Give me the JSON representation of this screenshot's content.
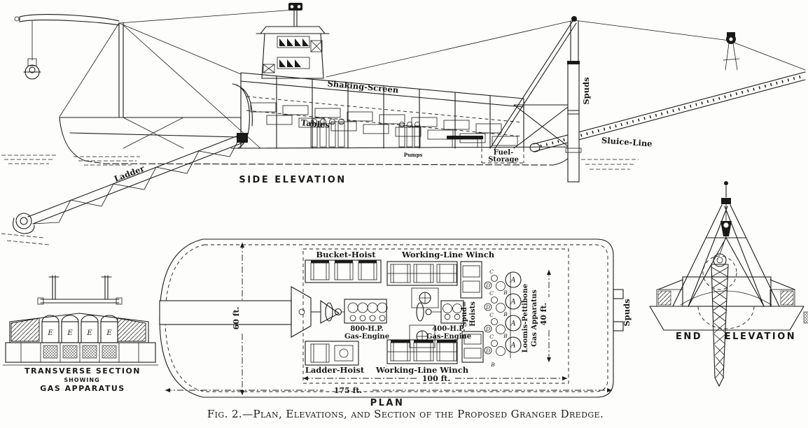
{
  "figure": {
    "caption": "Fig. 2.—Plan, Elevations, and Section of the Proposed Granger Dredge."
  },
  "side_elevation": {
    "title": "SIDE ELEVATION",
    "labels": {
      "shaking_screen": "Shaking-Screen",
      "tables": "Tables",
      "fuel_storage_1": "Fuel-",
      "fuel_storage_2": "Storage",
      "pumps": "Pumps",
      "ladder": "Ladder",
      "spuds": "Spuds",
      "sluice_line": "Sluice-Line"
    }
  },
  "plan": {
    "title": "PLAN",
    "labels": {
      "bucket_hoist": "Bucket-Hoist",
      "working_line_winch_top": "Working-Line Winch",
      "working_line_winch_bottom": "Working-Line Winch",
      "ladder_hoist": "Ladder-Hoist",
      "spud_hoists_1": "Spud=",
      "spud_hoists_2": "Hoists",
      "engine_800_1": "800-H.P.",
      "engine_800_2": "Gas-Engine",
      "engine_400_1": "400-H.P.",
      "engine_400_2": "Gas-Engine",
      "loomis_1": "Loomis-Pettibone",
      "loomis_2": "Gas Apparatus",
      "spuds": "Spuds"
    },
    "dimensions": {
      "beam": "60 ft.",
      "apparatus": "40 ft.",
      "machinery": "100 ft.",
      "length": "175 ft."
    },
    "apparatus_letters": {
      "a": "A",
      "b": "B",
      "c": "C",
      "d": "D"
    }
  },
  "transverse_section": {
    "title_1": "TRANSVERSE SECTION",
    "title_2": "SHOWING",
    "title_3": "GAS APPARATUS",
    "tank_letter": "E"
  },
  "end_elevation": {
    "title_1": "END",
    "title_2": "ELEVATION"
  }
}
